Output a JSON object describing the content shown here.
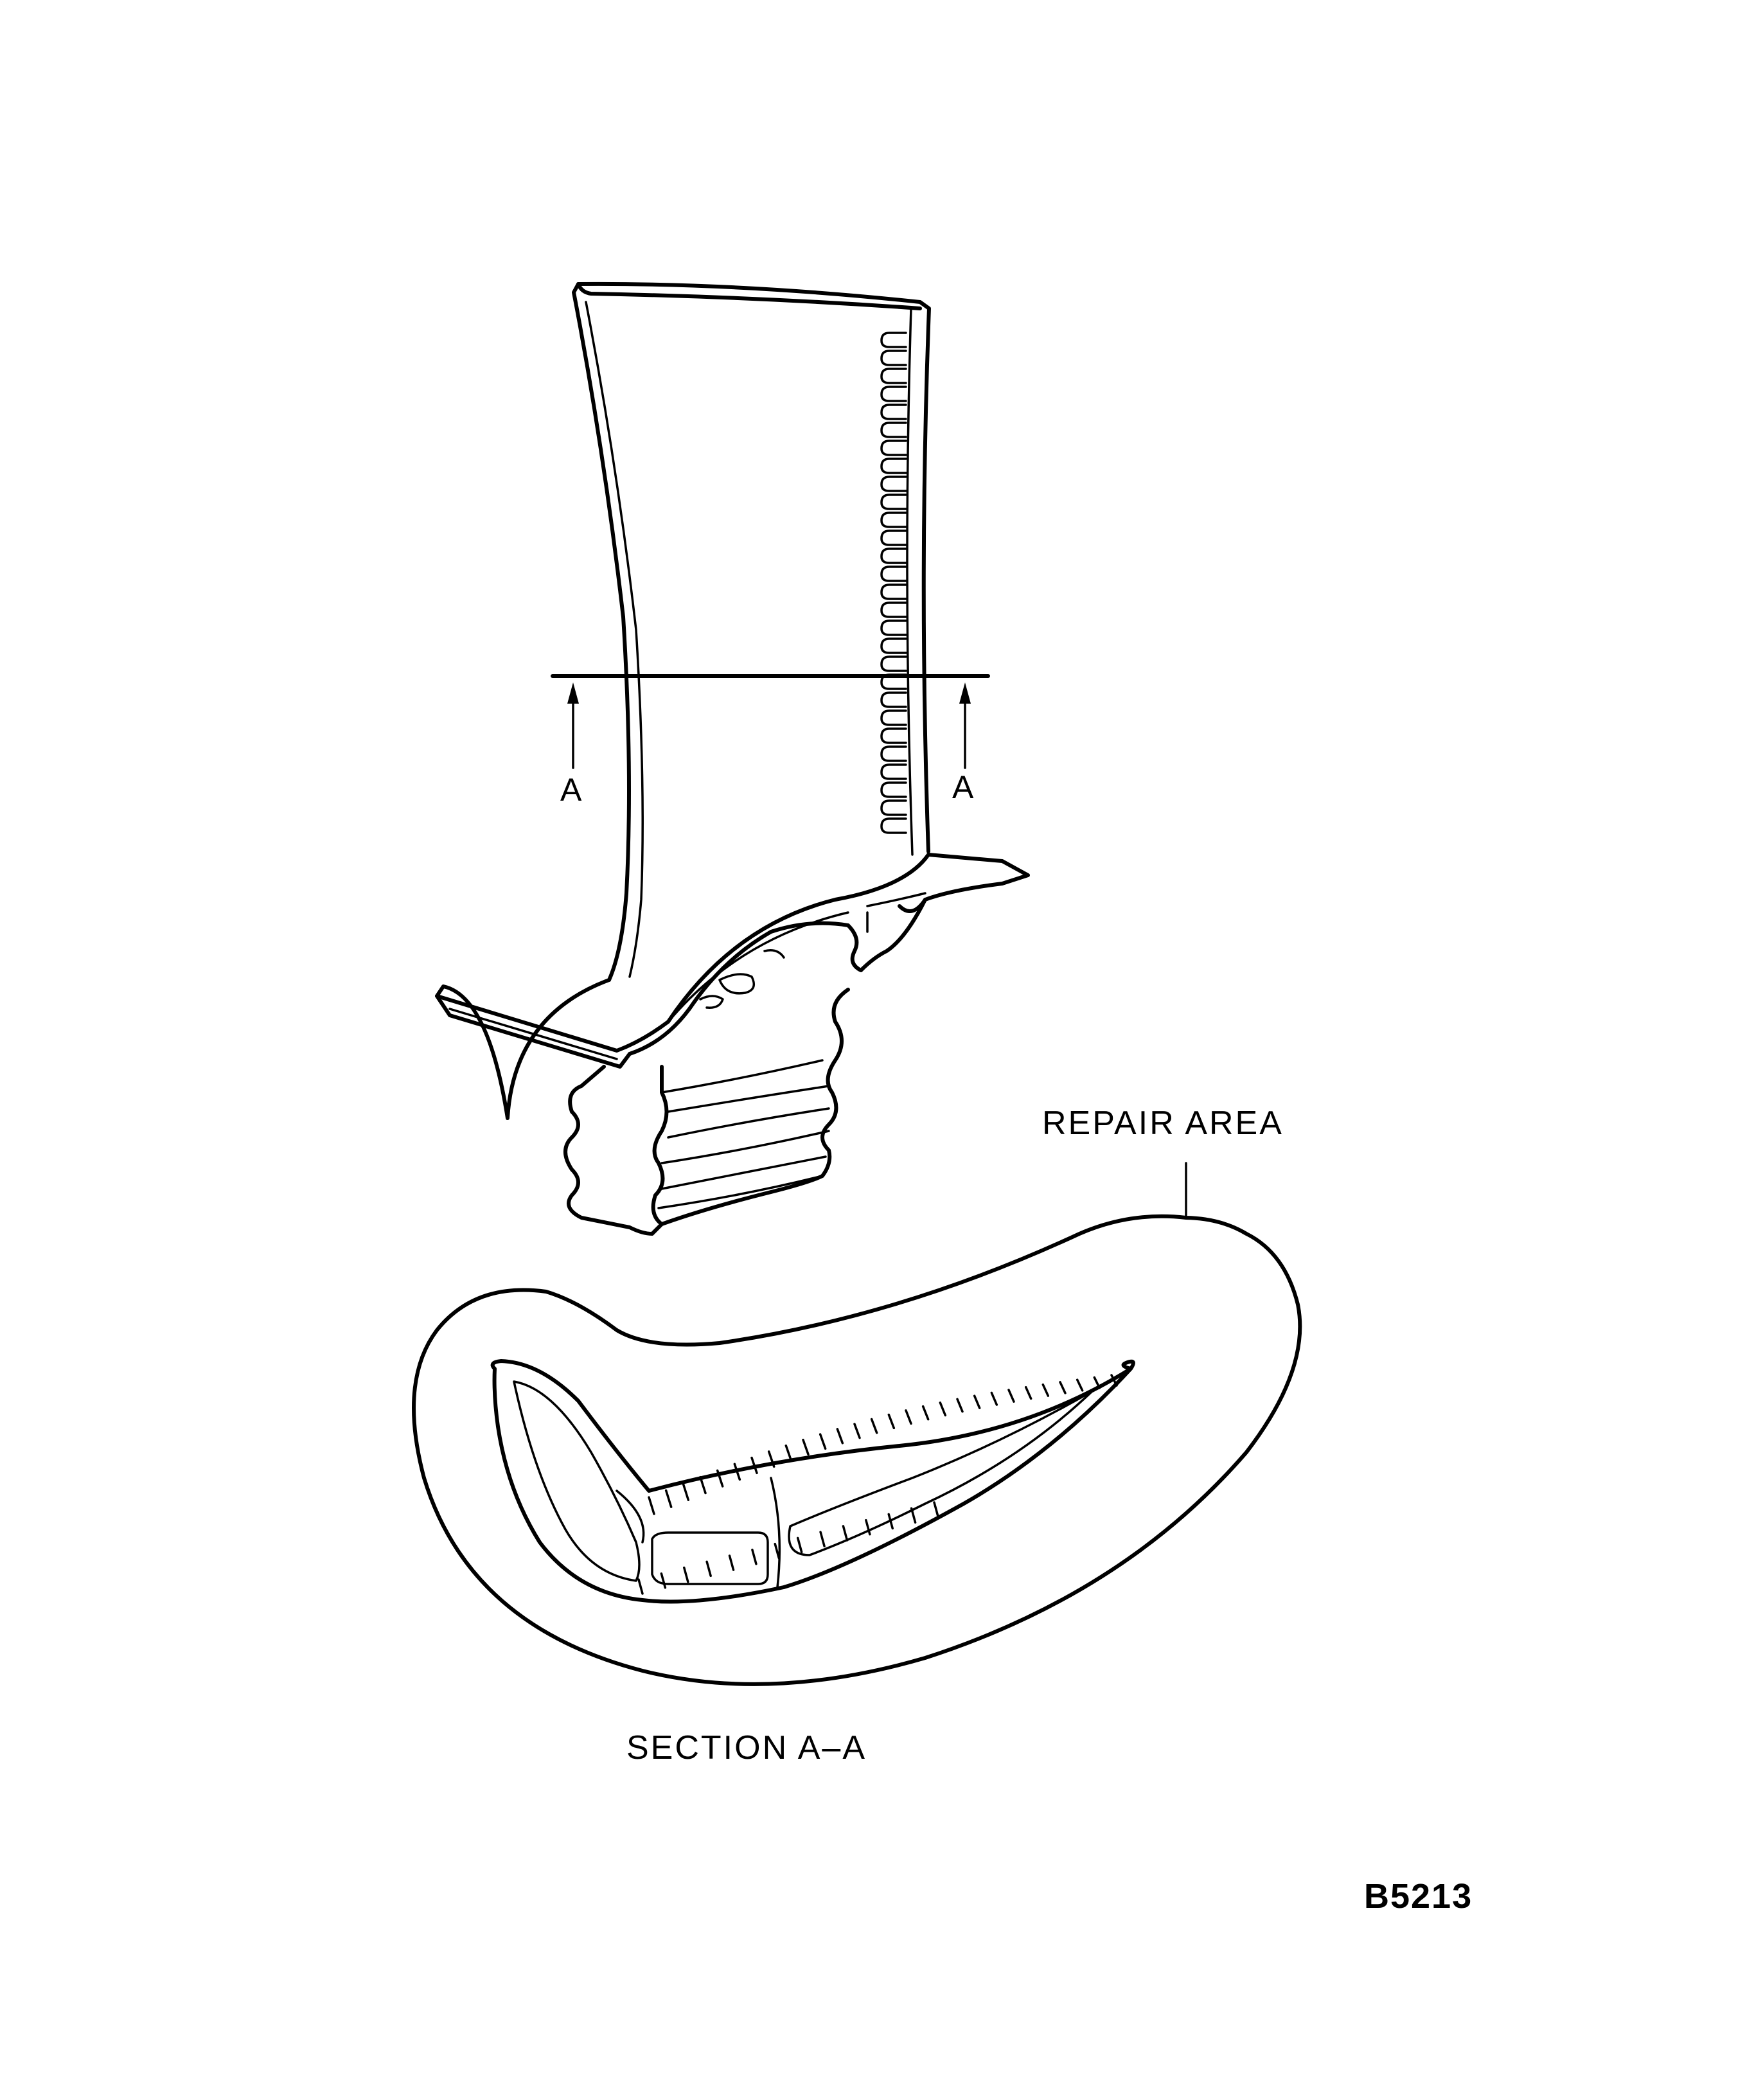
{
  "labels": {
    "section_arrow_left": "A",
    "section_arrow_right": "A",
    "repair_area": "REPAIR AREA",
    "section_title": "SECTION A–A",
    "figure_number": "B5213"
  }
}
